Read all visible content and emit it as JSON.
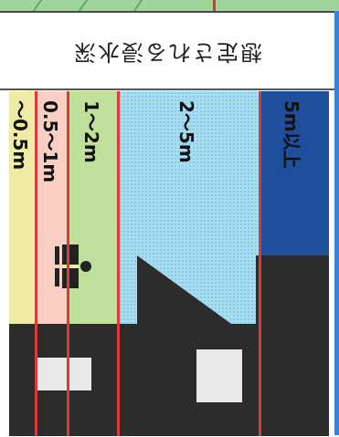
{
  "title": "想定される浸水深",
  "bands": [
    {
      "label": "〜0.5m",
      "color": "#eeeba6"
    },
    {
      "label": "0.5〜1m",
      "color": "#f9cfc4"
    },
    {
      "label": "1〜2m",
      "color": "#bfe09a"
    },
    {
      "label": "2〜5m",
      "color": "#a6ddf0"
    },
    {
      "label": "5m以上",
      "color": "#1f4e9c"
    }
  ],
  "accent_colors": {
    "divider": "#d93a3a",
    "frame": "#3b82d6",
    "house": "#2c2c2c"
  },
  "icons": [
    "person-icon",
    "house-icon"
  ]
}
